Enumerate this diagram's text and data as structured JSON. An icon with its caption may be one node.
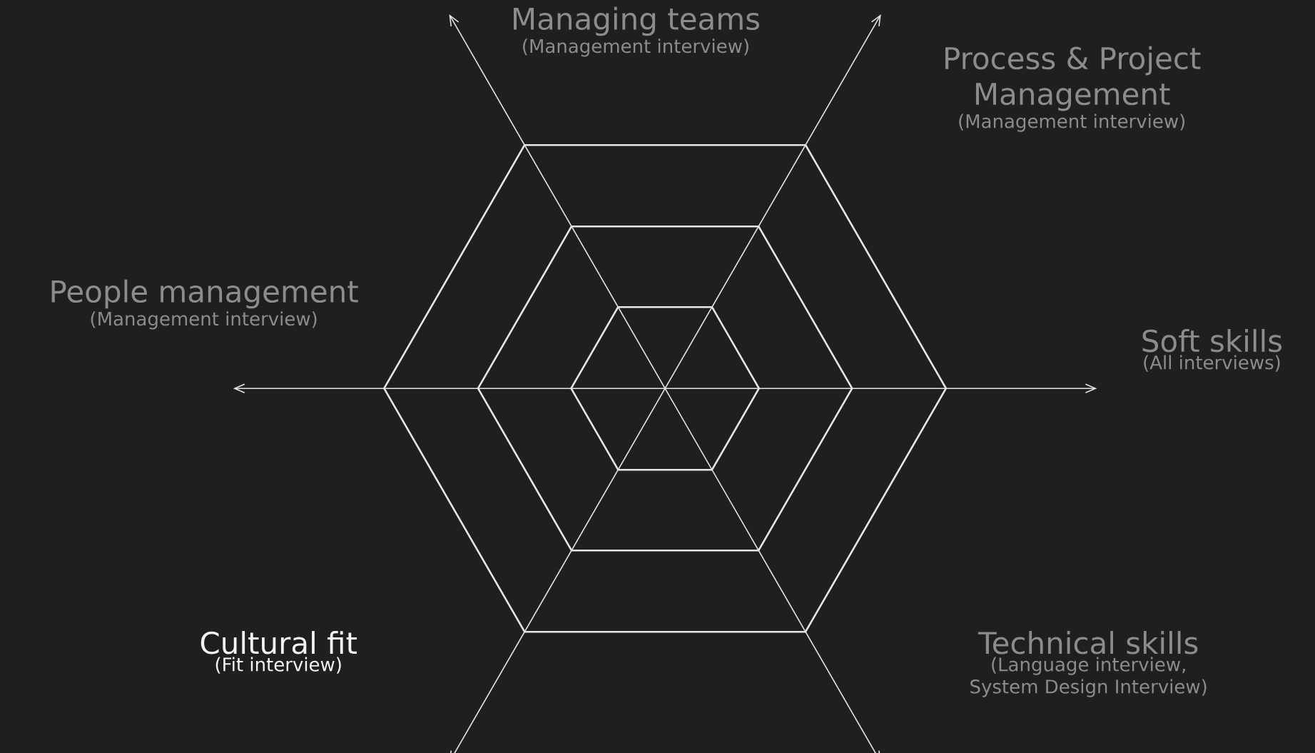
{
  "diagram": {
    "nodes": [
      {
        "text": [
          "Managing teams",
          "(Management interview)"
        ]
      },
      {
        "text": [
          "Process & Project Management",
          "(Management interview)"
        ]
      },
      {
        "text": [
          "People management",
          "(Management interview)"
        ]
      },
      {
        "text": [
          "Soft skills",
          "(All interviews)"
        ]
      },
      {
        "text": [
          "Cultural fit",
          "(Fit interview)"
        ]
      },
      {
        "text": [
          "Technical skills",
          "(Language interview, System Design Interview)"
        ]
      }
    ]
  }
}
